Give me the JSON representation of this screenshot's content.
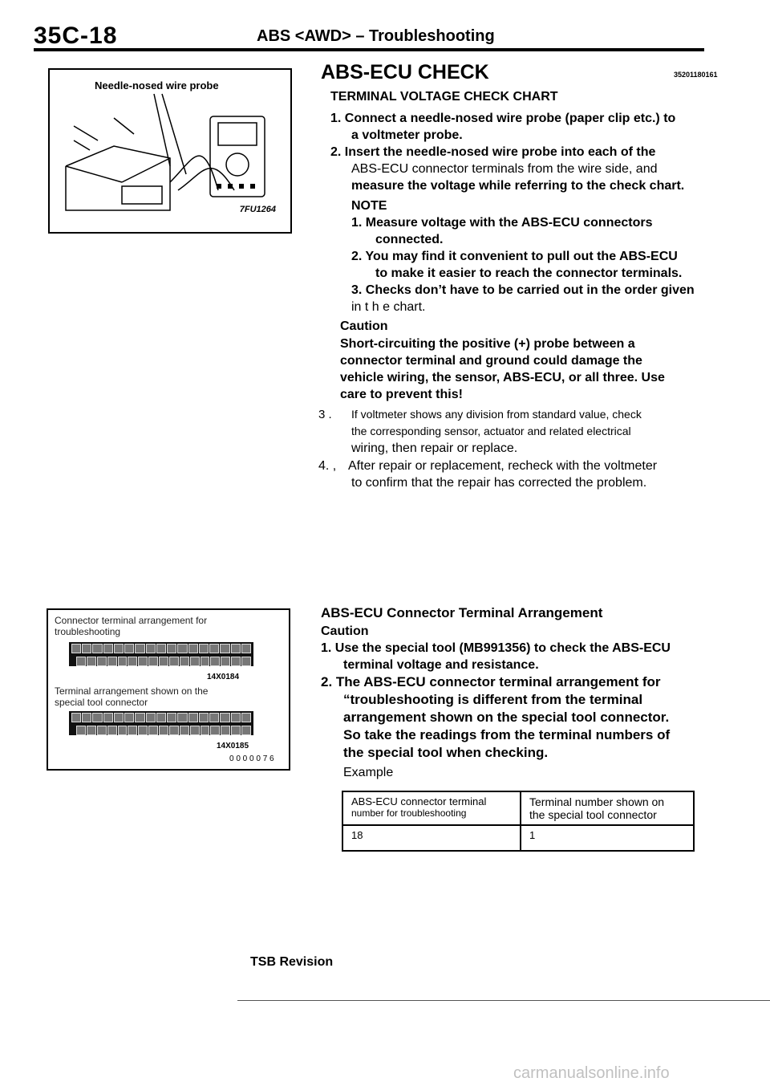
{
  "header": {
    "code": "35C-18",
    "title": "ABS <AWD> – Troubleshooting"
  },
  "figure1": {
    "label": "Needle-nosed wire probe",
    "code": "7FU1264"
  },
  "section": {
    "title": "ABS-ECU CHECK",
    "id_code": "35201180161",
    "subtitle": "TERMINAL VOLTAGE CHECK CHART",
    "step1": "1.  Connect a needle-nosed wire probe (paper clip etc.) to",
    "step1b": "a voltmeter probe.",
    "step2": "2.  Insert the needle-nosed wire probe into each of the",
    "step2b": "ABS-ECU connector terminals from the wire side, and",
    "step2c": "measure the voltage while referring to the check chart.",
    "note_title": "NOTE",
    "note1": "1.  Measure voltage with the ABS-ECU connectors",
    "note1b": "connected.",
    "note2": "2.  You may find it convenient to pull out the ABS-ECU",
    "note2b": "to make it easier to reach the connector terminals.",
    "note3": "3.  Checks don’t have to be carried out in the order given",
    "note3b": "in  t h e  chart.",
    "caution_title": "Caution",
    "caution1": "Short-circuiting the positive (+) probe between a",
    "caution2": "connector terminal and ground could damage the",
    "caution3": "vehicle wiring, the sensor, ABS-ECU, or all three. Use",
    "caution4": "care to prevent this!",
    "step3_num": "3 .",
    "step3": "If voltmeter shows any division from standard value, check",
    "step3b": "the corresponding sensor, actuator and related electrical",
    "step3c": "wiring, then repair or replace.",
    "step4_num": "4. ,",
    "step4": "After repair or replacement, recheck with the voltmeter",
    "step4b": "to confirm that the repair has corrected the problem."
  },
  "figure2": {
    "caption1": "Connector terminal arrangement for",
    "caption1b": "troubleshooting",
    "code1": "14X0184",
    "caption2": "Terminal arrangement shown on the",
    "caption2b": "special tool connector",
    "code2": "14X0185",
    "code3": "0 0 0 0 0 7 6"
  },
  "arrangement": {
    "title": "ABS-ECU Connector Terminal Arrangement",
    "caution_title": "Caution",
    "c1": "1.   Use the special tool (MB991356) to check the ABS-ECU",
    "c1b": "terminal voltage and resistance.",
    "c2": "2. The ABS-ECU connector terminal arrangement for",
    "c2b": "“troubleshooting is different from the terminal",
    "c2c": "arrangement shown on the special tool connector.",
    "c2d": "So take the readings from the terminal numbers of",
    "c2e": "the special tool when checking.",
    "example": "Example",
    "table": {
      "col1_line1": "ABS-ECU connector terminal",
      "col1_line2": "number for troubleshooting",
      "col2_line1": "Terminal number shown on",
      "col2_line2": "the special tool connector",
      "val1": "18",
      "val2": "1"
    }
  },
  "footer": {
    "revision": "TSB Revision"
  },
  "watermark": "carmanualsonline.info"
}
